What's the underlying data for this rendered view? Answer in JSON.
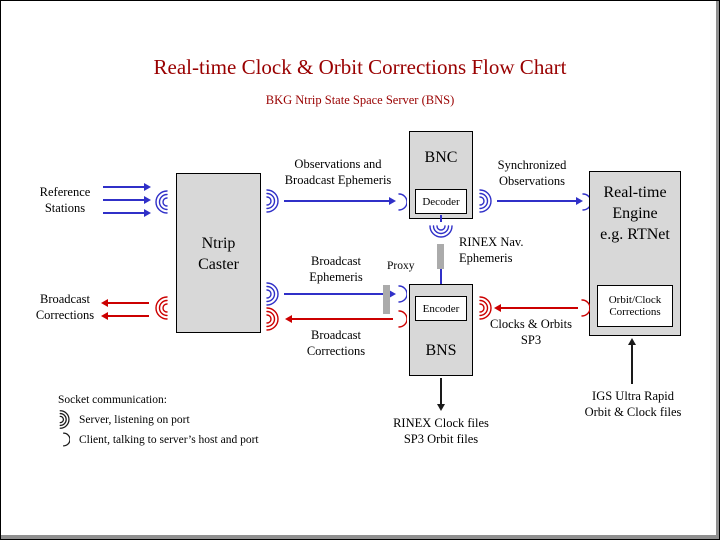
{
  "page": {
    "title": "Real-time Clock & Orbit Corrections Flow Chart",
    "subtitle": "BKG Ntrip State Space Server  (BNS)"
  },
  "nodes": {
    "ntrip_caster": [
      "Ntrip",
      "Caster"
    ],
    "bnc": {
      "label": "BNC",
      "sub": "Decoder"
    },
    "bns": {
      "label": "BNS",
      "sub": "Encoder"
    },
    "engine": {
      "line1": "Real-time",
      "line2": "Engine",
      "line3": "e.g. RTNet",
      "sub1": "Orbit/Clock",
      "sub2": "Corrections"
    }
  },
  "labels": {
    "reference_stations": [
      "Reference",
      "Stations"
    ],
    "broadcast_corrections_left": [
      "Broadcast",
      "Corrections"
    ],
    "observations": [
      "Observations and",
      "Broadcast Ephemeris"
    ],
    "synchronized": [
      "Synchronized",
      "Observations"
    ],
    "rinex_nav": [
      "RINEX Nav.",
      "Ephemeris"
    ],
    "proxy": "Proxy",
    "broadcast_ephemeris": [
      "Broadcast",
      "Ephemeris"
    ],
    "broadcast_corrections_mid": [
      "Broadcast",
      "Corrections"
    ],
    "clocks_orbits": [
      "Clocks & Orbits",
      "SP3"
    ],
    "rinex_files": [
      "RINEX Clock files",
      "SP3 Orbit files"
    ],
    "igs": [
      "IGS Ultra Rapid",
      "Orbit & Clock files"
    ]
  },
  "legend": {
    "title": "Socket communication:",
    "server": "Server, listening on port",
    "client": "Client, talking to server’s host and port"
  },
  "colors": {
    "title_text": "#990000",
    "blue_link": "#3030c8",
    "red_link": "#cc0000",
    "box_fill": "#d8d8d8",
    "proxy_bar": "#ababab"
  }
}
